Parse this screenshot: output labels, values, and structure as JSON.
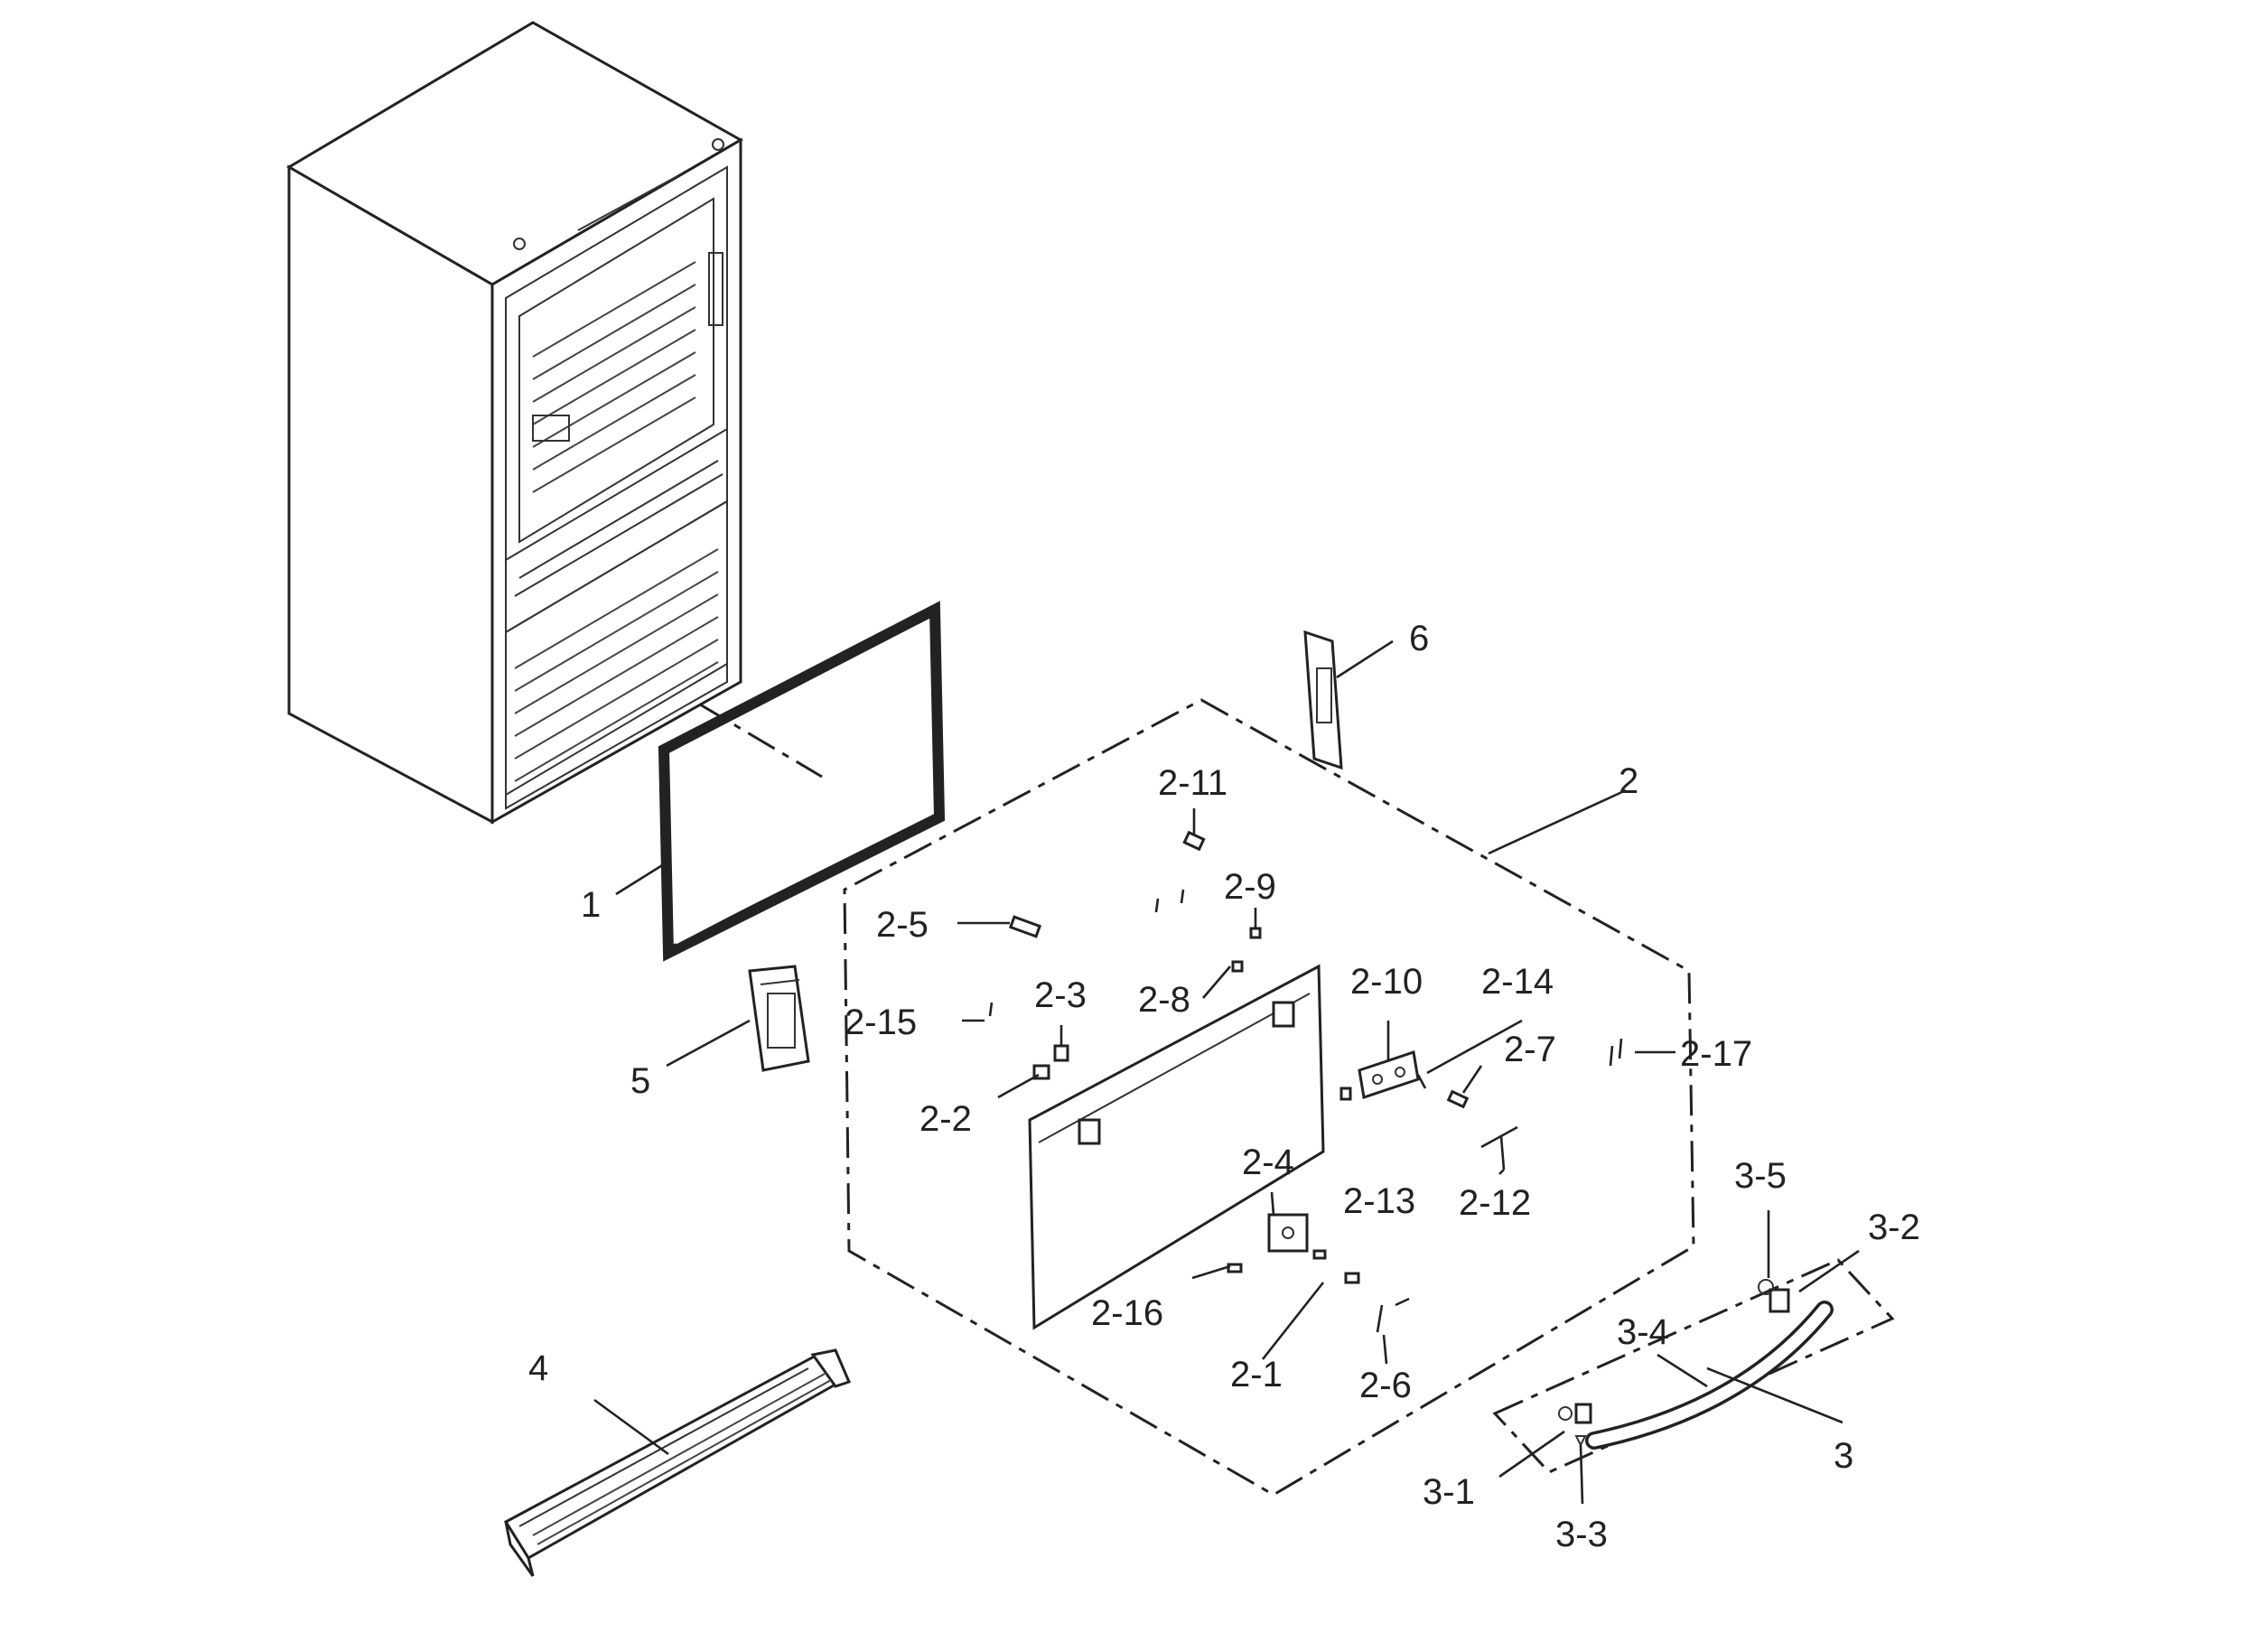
{
  "labels": {
    "l1": "1",
    "l2": "2",
    "l2_1": "2-1",
    "l2_2": "2-2",
    "l2_3": "2-3",
    "l2_4": "2-4",
    "l2_5": "2-5",
    "l2_6": "2-6",
    "l2_7": "2-7",
    "l2_8": "2-8",
    "l2_9": "2-9",
    "l2_10": "2-10",
    "l2_11": "2-11",
    "l2_12": "2-12",
    "l2_13": "2-13",
    "l2_14": "2-14",
    "l2_15": "2-15",
    "l2_16": "2-16",
    "l2_17": "2-17",
    "l3": "3",
    "l3_1": "3-1",
    "l3_2": "3-2",
    "l3_3": "3-3",
    "l3_4": "3-4",
    "l3_5": "3-5",
    "l4": "4",
    "l5": "5",
    "l6": "6"
  }
}
